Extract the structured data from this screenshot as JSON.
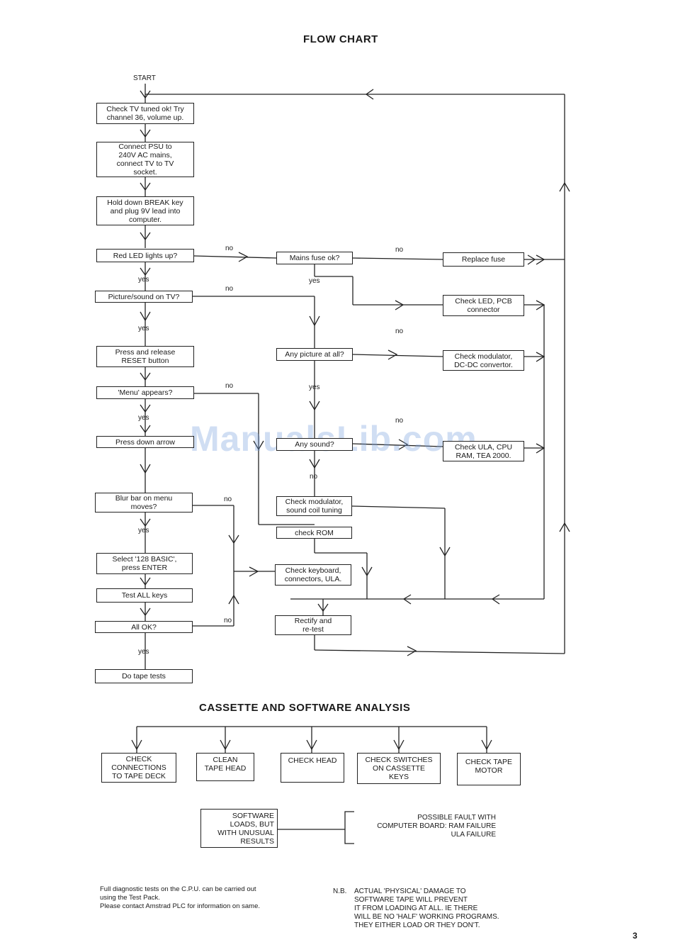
{
  "title": "FLOW CHART",
  "start": "START",
  "boxes": {
    "check_tv": "Check TV tuned ok! Try\nchannel 36, volume up.",
    "connect_psu": "Connect PSU to\n240V AC mains,\nconnect TV to TV\nsocket.",
    "hold_break": "Hold down BREAK key\nand plug 9V lead into\ncomputer.",
    "red_led": "Red LED lights up?",
    "picture_sound": "Picture/sound on TV?",
    "press_reset": "Press and release\nRESET button",
    "menu_appears": "'Menu' appears?",
    "press_down": "Press down arrow",
    "blue_bar": "Blur bar on menu\nmoves?",
    "select_basic": "Select '128 BASIC',\npress ENTER",
    "test_keys": "Test ALL keys",
    "all_ok": "All OK?",
    "tape_tests": "Do tape tests",
    "mains_fuse": "Mains fuse ok?",
    "any_picture": "Any picture at all?",
    "any_sound": "Any sound?",
    "check_mod_sound": "Check modulator,\nsound coil tuning",
    "check_rom": "check ROM",
    "check_keyboard": "Check keyboard,\nconnectors, ULA.",
    "rectify": "Rectify and\nre-test",
    "replace_fuse": "Replace fuse",
    "check_led": "Check LED, PCB\nconnector",
    "check_modulator": "Check modulator,\nDC-DC convertor.",
    "check_ula": "Check ULA, CPU\nRAM, TEA 2000."
  },
  "labels": {
    "yes": "yes",
    "no": "no"
  },
  "watermark": "ManualsLib.com",
  "cassette": {
    "title": "CASSETTE AND SOFTWARE ANALYSIS",
    "c1": "CHECK\nCONNECTIONS\nTO TAPE DECK",
    "c2": "CLEAN\nTAPE HEAD",
    "c3": "CHECK HEAD",
    "c4": "CHECK SWITCHES\nON CASSETTE\nKEYS",
    "c5": "CHECK TAPE\nMOTOR",
    "software": "SOFTWARE\nLOADS, BUT\nWITH UNUSUAL\nRESULTS",
    "fault": "POSSIBLE FAULT WITH\nCOMPUTER BOARD: RAM FAILURE\nULA FAILURE"
  },
  "notes": {
    "left": "Full diagnostic tests on the C.P.U. can be carried out\nusing the Test Pack.\nPlease contact Amstrad PLC for information on same.",
    "nb_label": "N.B.",
    "nb": "ACTUAL 'PHYSICAL' DAMAGE TO\nSOFTWARE TAPE WILL PREVENT\nIT FROM LOADING AT ALL. IE THERE\nWILL BE NO 'HALF' WORKING PROGRAMS.\nTHEY EITHER LOAD OR THEY DON'T."
  },
  "page_number": "3"
}
